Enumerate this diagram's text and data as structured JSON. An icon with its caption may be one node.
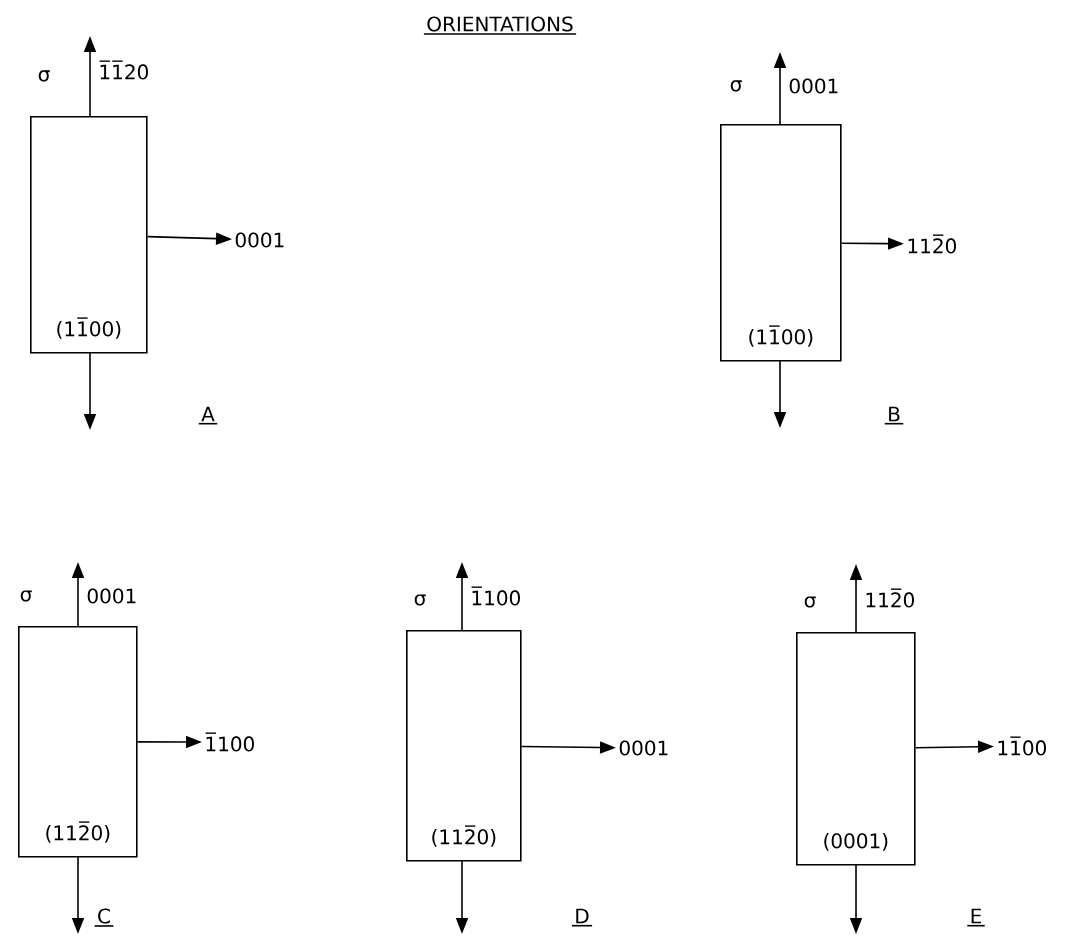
{
  "diagram": {
    "title": "ORIENTATIONS",
    "nodes": [
      {
        "text": [
          "(11̅00)"
        ],
        "beside": [
          "A"
        ]
      },
      {
        "text": [
          "0001"
        ]
      },
      {
        "text": [
          "(11̅00)"
        ],
        "beside": [
          "B"
        ]
      },
      {
        "text": [
          "112̅0"
        ]
      },
      {
        "text": [
          "(112̅0)"
        ],
        "beside": [
          "C"
        ]
      },
      {
        "text": [
          "1̅100"
        ]
      },
      {
        "text": [
          "(112̅0)"
        ],
        "beside": [
          "D"
        ]
      },
      {
        "text": [
          "0001"
        ]
      },
      {
        "text": [
          "(0001)"
        ],
        "beside": [
          "E"
        ]
      },
      {
        "text": [
          "11̅00"
        ]
      }
    ],
    "edges": [
      {
        "from": 0,
        "to": null,
        "arrow": "to",
        "label": "1̅1̅20"
      },
      {
        "from": 0,
        "to": 1,
        "arrow": "to"
      },
      {
        "from": 0,
        "to": null,
        "arrow": "to"
      },
      {
        "from": 2,
        "to": null,
        "arrow": "to",
        "label": "0001"
      },
      {
        "from": 2,
        "to": 3,
        "arrow": "to"
      },
      {
        "from": 2,
        "to": null,
        "arrow": "to"
      },
      {
        "from": 4,
        "to": null,
        "arrow": "to",
        "label": "0001"
      },
      {
        "from": 4,
        "to": 5,
        "arrow": "to"
      },
      {
        "from": 4,
        "to": null,
        "arrow": "to"
      },
      {
        "from": 6,
        "to": null,
        "arrow": "to",
        "label": "1̅100"
      },
      {
        "from": 6,
        "to": 7,
        "arrow": "to"
      },
      {
        "from": 6,
        "to": null,
        "arrow": "to"
      },
      {
        "from": 8,
        "to": null,
        "arrow": "to",
        "label": "112̅0"
      },
      {
        "from": 8,
        "to": 9,
        "arrow": "to"
      },
      {
        "from": 8,
        "to": null,
        "arrow": "to"
      }
    ],
    "labels": [
      "σ",
      "σ",
      "σ",
      "σ",
      "σ"
    ]
  }
}
